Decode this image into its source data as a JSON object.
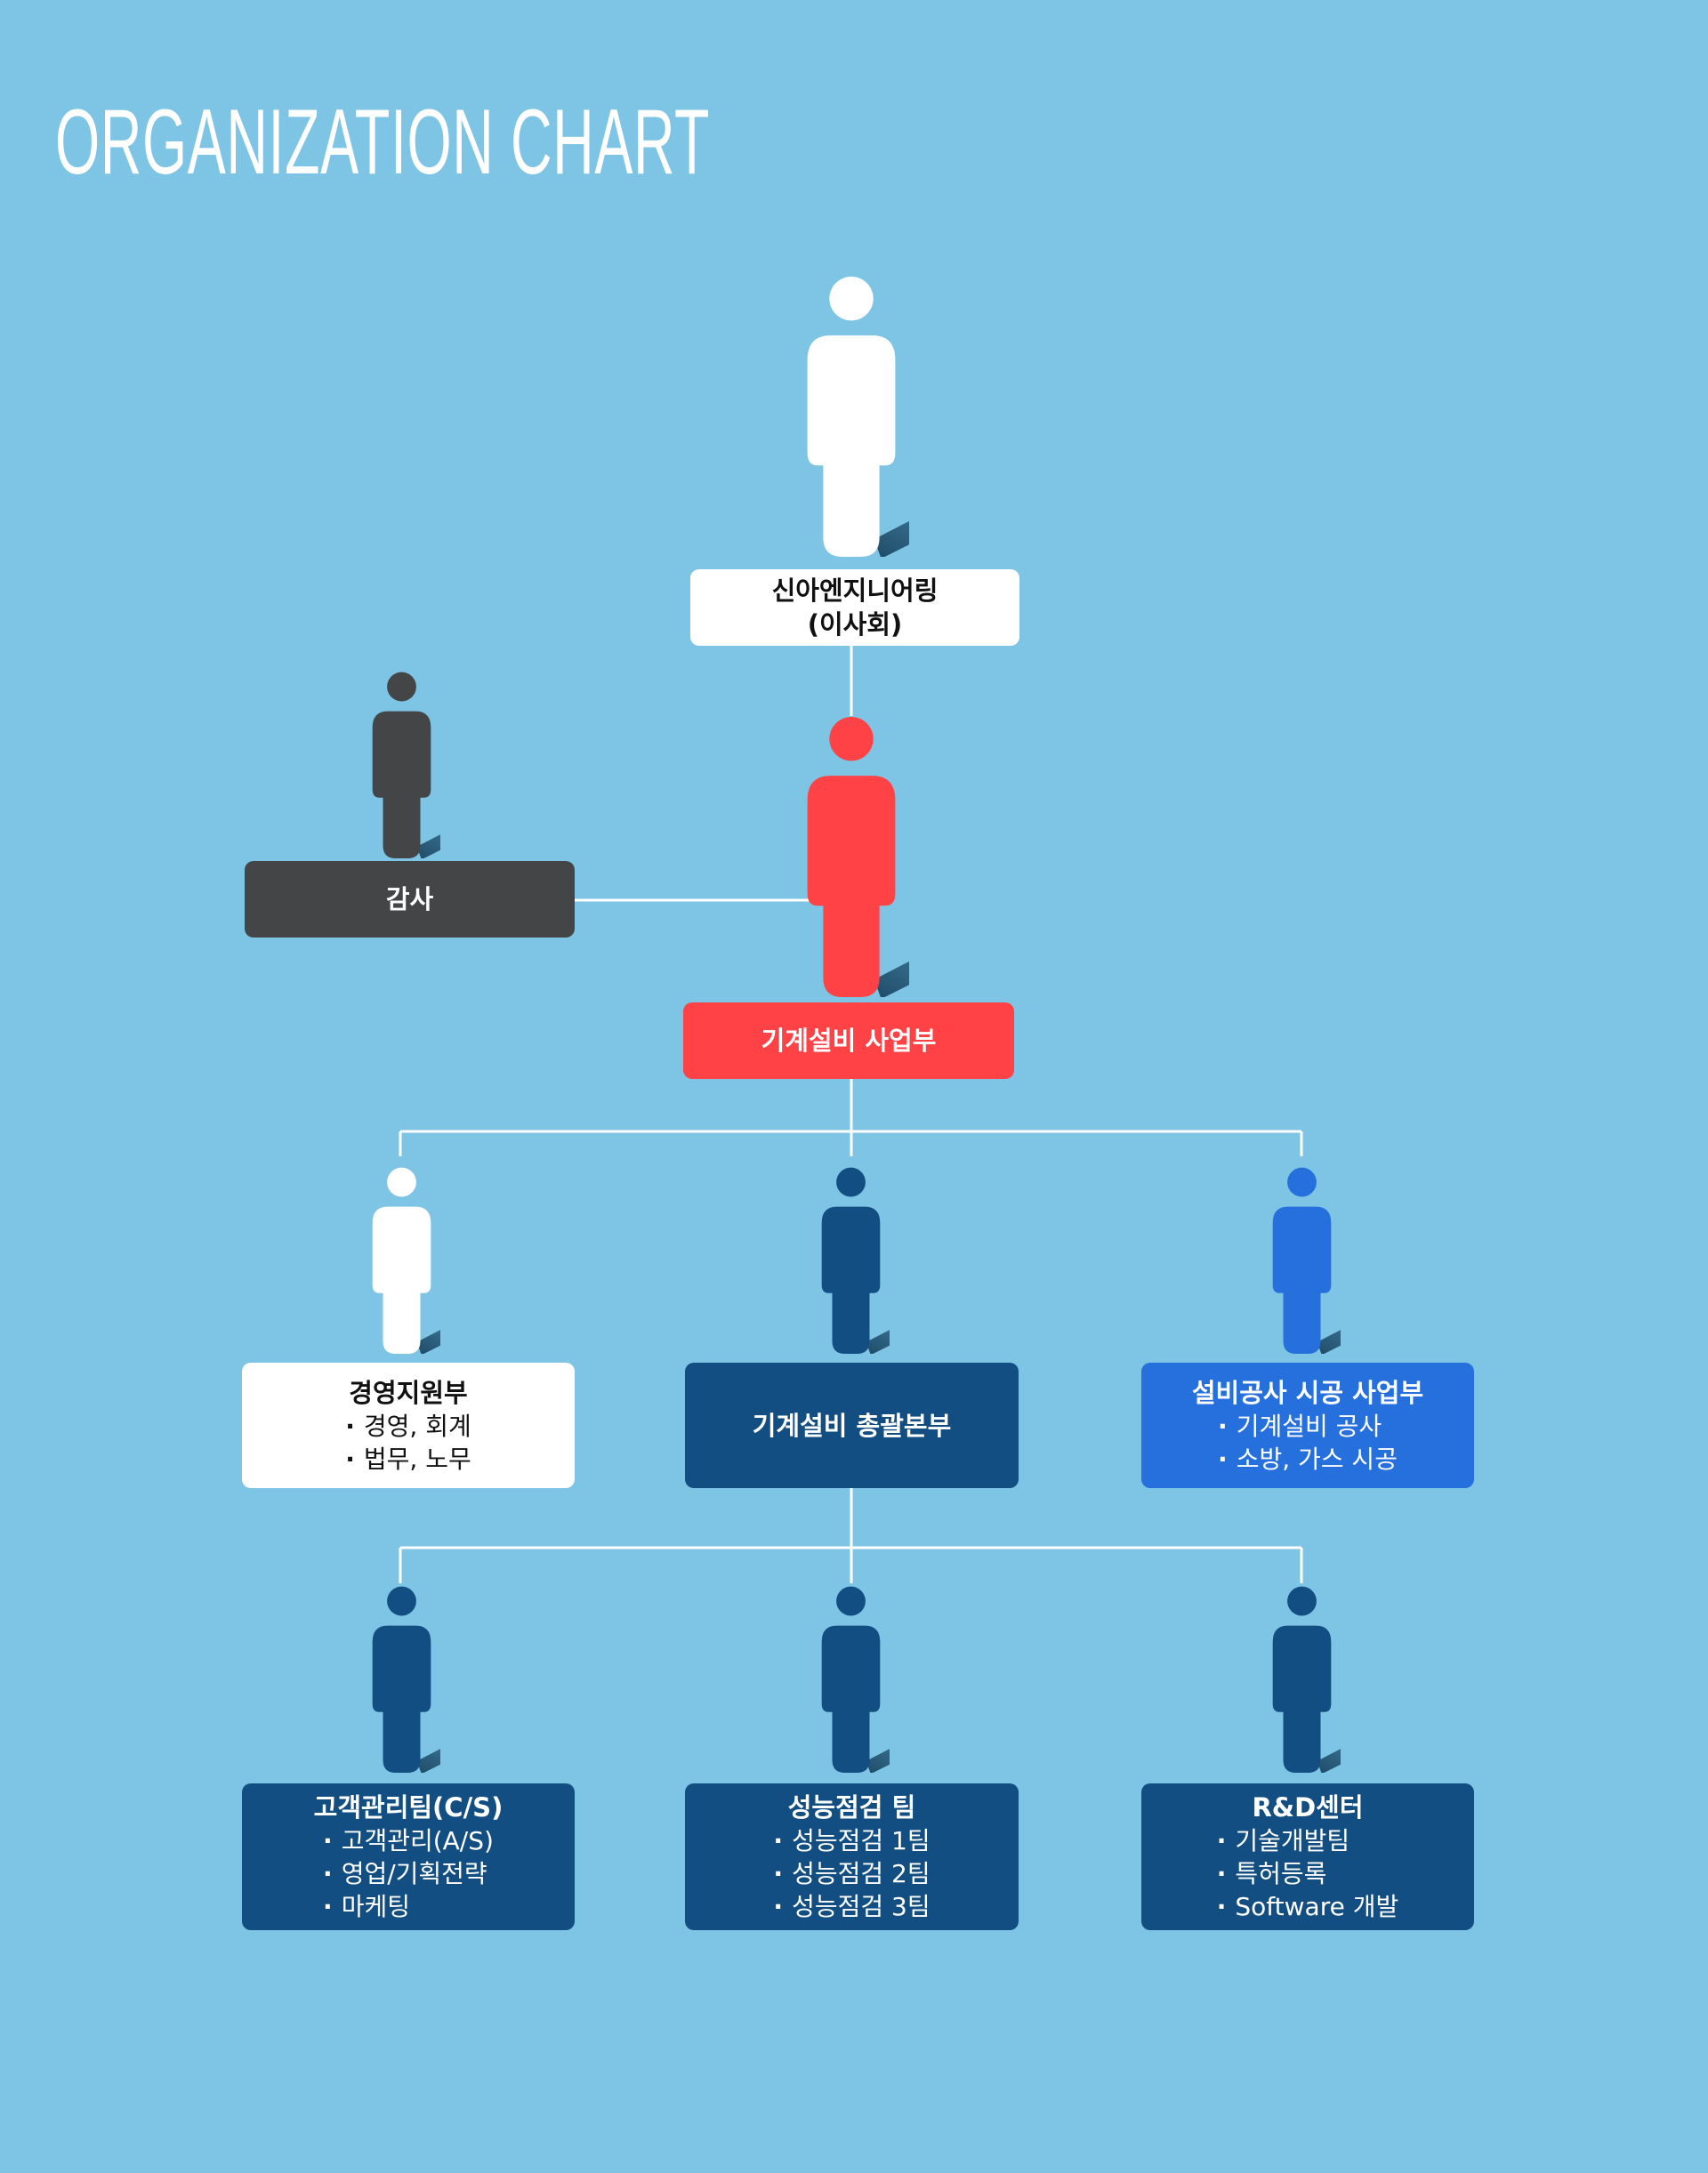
{
  "title": "ORGANIZATION CHART",
  "colors": {
    "background": "#7ec5e5",
    "white": "#ffffff",
    "red": "#ff4246",
    "dark": "#444547",
    "navy": "#124e82",
    "blue": "#2670de",
    "connector": "#ffffff"
  },
  "nodes": {
    "board": {
      "name_line1": "신아엔지니어링",
      "name_line2": "(이사회)"
    },
    "audit": {
      "name": "감사"
    },
    "division": {
      "name": "기계설비 사업부"
    },
    "mgmt": {
      "name": "경영지원부",
      "items": [
        "경영, 회계",
        "법무, 노무"
      ]
    },
    "hq": {
      "name": "기계설비 총괄본부"
    },
    "construction": {
      "name": "설비공사 시공 사업부",
      "items": [
        "기계설비 공사",
        "소방, 가스 시공"
      ]
    },
    "cs": {
      "name": "고객관리팀(C/S)",
      "items": [
        "고객관리(A/S)",
        "영업/기획전략",
        "마케팅"
      ]
    },
    "perf": {
      "name": "성능점검 팀",
      "items": [
        "성능점검 1팀",
        "성능점검 2팀",
        "성능점검 3팀"
      ]
    },
    "rnd": {
      "name": "R&D센터",
      "items": [
        "기술개발팀",
        "특허등록",
        "Software 개발"
      ]
    }
  }
}
